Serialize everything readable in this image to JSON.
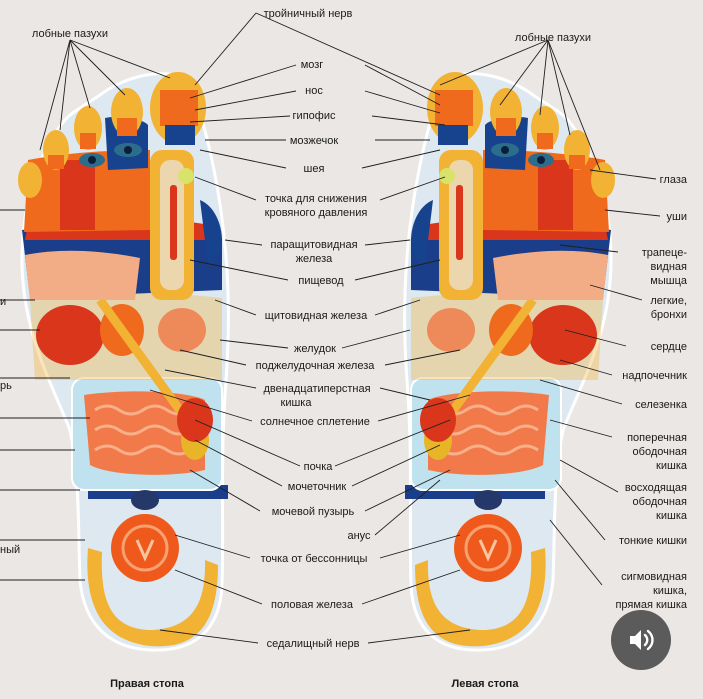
{
  "labels": {
    "trigeminal": "тройничный нерв",
    "frontal_sinus_left": "лобные пазухи",
    "frontal_sinus_right": "лобные пазухи",
    "brain": "мозг",
    "nose": "нос",
    "pituitary": "гипофис",
    "cerebellum": "мозжечок",
    "neck": "шея",
    "pressure_1": "точка для снижения",
    "pressure_2": "кровяного давления",
    "parathyroid_1": "паращитовидная",
    "parathyroid_2": "железа",
    "esophagus": "пищевод",
    "thyroid": "щитовидная железа",
    "stomach": "желудок",
    "pancreas": "поджелудочная железа",
    "duodenum_1": "двенадцатиперстная",
    "duodenum_2": "кишка",
    "solar": "солнечное сплетение",
    "kidney": "почка",
    "ureter": "мочеточник",
    "bladder": "мочевой пузырь",
    "anus": "анус",
    "insomnia": "точка от бессонницы",
    "gonad": "половая железа",
    "sciatic": "седалищный нерв",
    "eyes": "глаза",
    "ears": "уши",
    "trapezius_1": "трапеце-",
    "trapezius_2": "видная",
    "trapezius_3": "мышца",
    "lungs_1": "легкие,",
    "lungs_2": "бронхи",
    "heart": "сердце",
    "adrenal": "надпочечник",
    "spleen": "селезенка",
    "transverse_1": "поперечная",
    "transverse_2": "ободочная",
    "transverse_3": "кишка",
    "ascending_1": "восходящая",
    "ascending_2": "ободочная",
    "ascending_3": "кишка",
    "small_int": "тонкие кишки",
    "sigmoid_1": "сигмовидная",
    "sigmoid_2": "кишка,",
    "sigmoid_3": "прямая кишка",
    "cut_left_1": "и",
    "cut_left_2": "рь",
    "cut_left_3": "ный"
  },
  "titles": {
    "right_foot": "Правая стопа",
    "left_foot": "Левая стопа"
  },
  "controls": {
    "sound_icon": "speaker-icon"
  },
  "colors": {
    "background": "#ebe7e4",
    "toe_yellow": "#f2b234",
    "orange": "#ef6a1c",
    "red": "#d9361c",
    "blue": "#17428e",
    "navy": "#243869",
    "intestine": "#f27a4a",
    "pale_blue": "#dfeaf3",
    "line": "#1f1f1f"
  }
}
